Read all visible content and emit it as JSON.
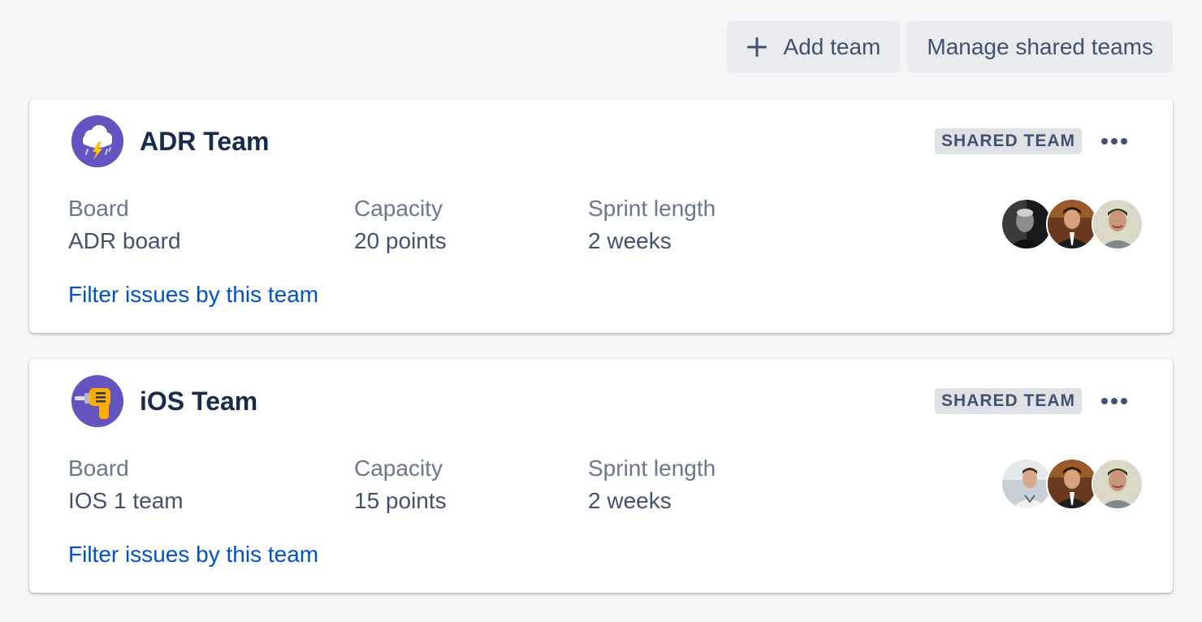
{
  "toolbar": {
    "add_team_label": "Add team",
    "manage_label": "Manage shared teams"
  },
  "labels": {
    "board": "Board",
    "capacity": "Capacity",
    "sprint_length": "Sprint length",
    "filter_link": "Filter issues by this team",
    "badge": "SHARED TEAM"
  },
  "teams": [
    {
      "name": "ADR Team",
      "avatar_icon": "storm-cloud-icon",
      "board": "ADR board",
      "capacity": "20 points",
      "sprint_length": "2 weeks",
      "members": [
        "bw-portrait",
        "suit-portrait",
        "smiling-portrait"
      ]
    },
    {
      "name": "iOS Team",
      "avatar_icon": "drill-icon",
      "board": "IOS 1 team",
      "capacity": "15 points",
      "sprint_length": "2 weeks",
      "members": [
        "light-portrait",
        "suit-portrait",
        "smiling-portrait"
      ]
    }
  ],
  "colors": {
    "background": "#f4f5f7",
    "team_avatar_bg": "#6554c0",
    "link": "#0052cc",
    "badge_bg": "#dfe1e6"
  }
}
